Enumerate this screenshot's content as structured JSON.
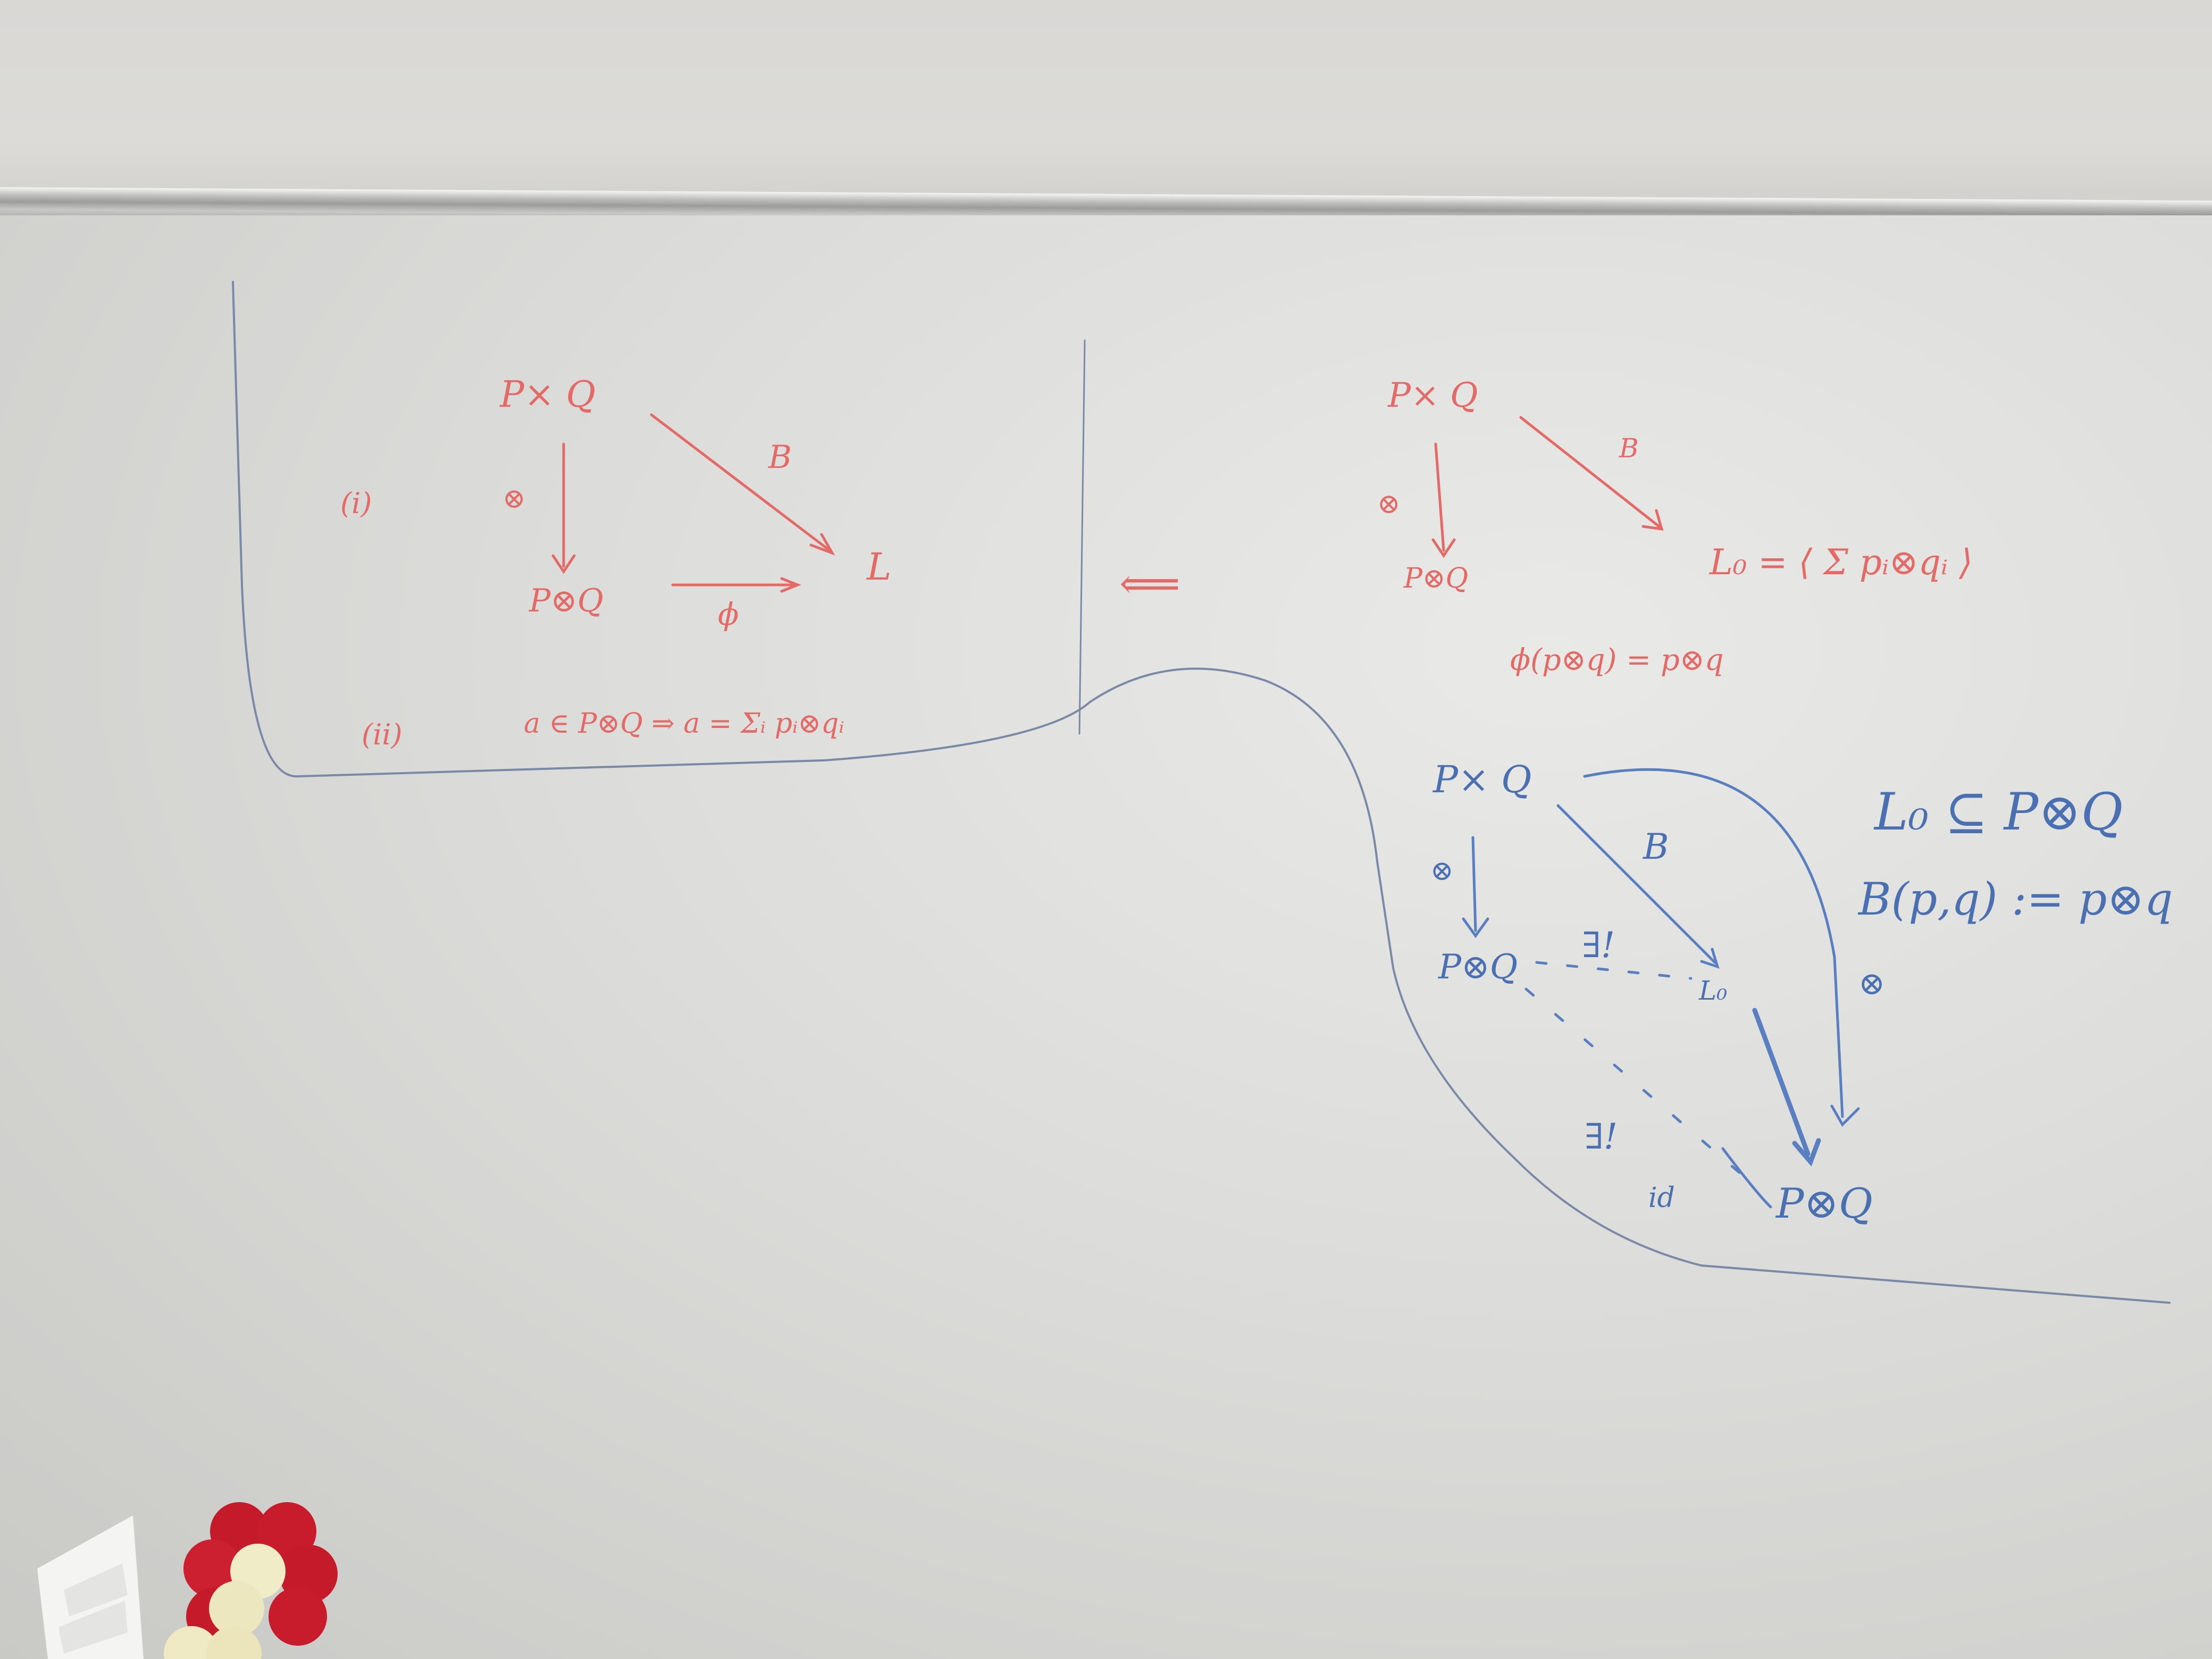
{
  "board": {
    "left_panel": {
      "part_i_label": "(i)",
      "part_ii_label": "(ii)",
      "diagram": {
        "top": "P× Q",
        "tensor_map": "⊗",
        "beta_map": "B",
        "bottom_left": "P⊗Q",
        "phi_map": "ϕ",
        "bottom_right": "L"
      },
      "statement_ii": "a ∈ P⊗Q ⇒ a = Σᵢ pᵢ⊗qᵢ"
    },
    "middle": {
      "implies": "⟸"
    },
    "right_panel": {
      "diagram": {
        "top": "P× Q",
        "tensor_map": "⊗",
        "beta_map": "B",
        "bottom_left": "P⊗Q"
      },
      "l0_def": "L₀ = ⟨ Σ pᵢ⊗qᵢ ⟩",
      "phi_def": "ϕ(p⊗q) = p⊗q"
    },
    "blue_diagram": {
      "top": "P× Q",
      "tensor_map": "⊗",
      "beta_map": "B",
      "left": "P⊗Q",
      "exists_unique_1": "∃!",
      "l0_node": "L₀",
      "exists_unique_2": "∃!",
      "id_label": "id",
      "bottom": "P⊗Q",
      "outer_map": "⊗",
      "subset": "L₀ ⊆ P⊗Q",
      "beta_def": "B(p,q) := p⊗q"
    }
  },
  "colors": {
    "red_marker": "#e36a66",
    "blue_marker": "#4b70b2",
    "outline": "#7a8aa6"
  }
}
